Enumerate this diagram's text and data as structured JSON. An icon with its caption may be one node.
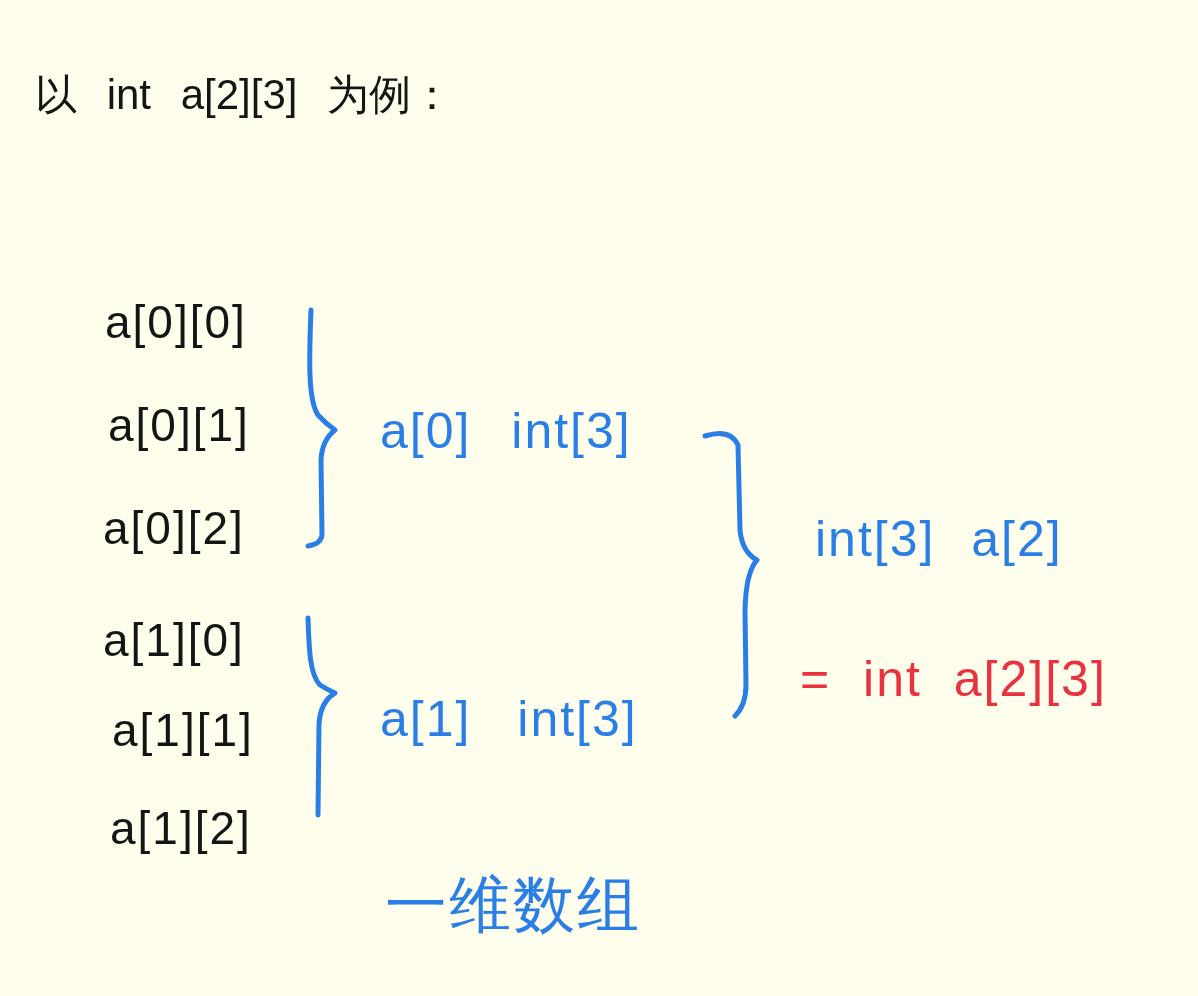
{
  "diagram": {
    "title": "以 int a[2][3] 为例：",
    "labels": [
      "a[0][0]",
      "a[0][1]",
      "a[0] int[3]",
      "a[0][2]",
      "int[3] a[2]",
      "a[1][0]",
      "= int a[2][3]",
      "a[1][1]",
      "a[1] int[3]",
      "a[1][2]",
      "一维数组"
    ]
  }
}
